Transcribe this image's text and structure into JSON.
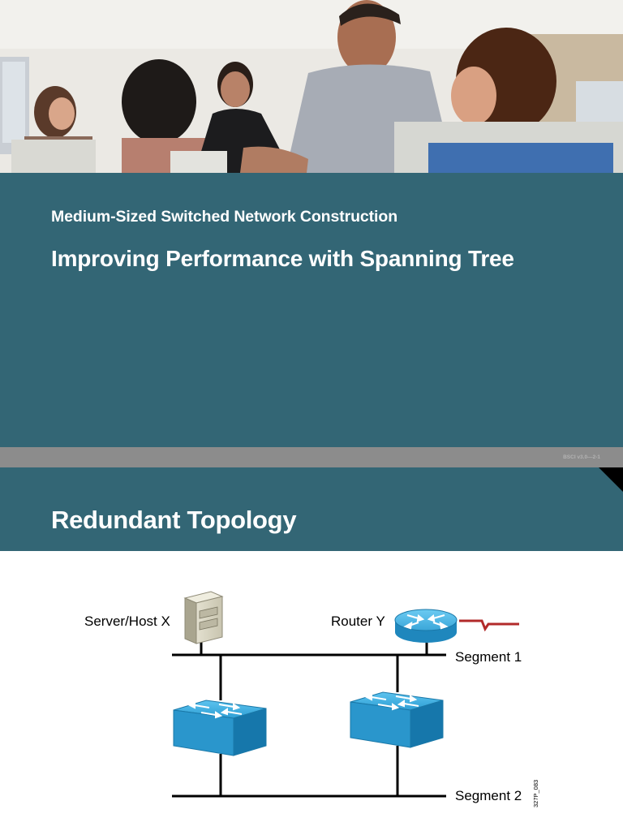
{
  "slide1": {
    "subtitle": "Medium-Sized Switched Network Construction",
    "title": "Improving Performance with Spanning Tree",
    "slide_code": "BSCI v3.0—2-1",
    "photo": "classroom-photo"
  },
  "slide2": {
    "title": "Redundant Topology",
    "diagram": {
      "labels": {
        "server": "Server/Host X",
        "router": "Router Y",
        "segment1": "Segment 1",
        "segment2": "Segment 2",
        "figure_id": "327P_083"
      },
      "icons": [
        "server-icon",
        "router-icon",
        "switch-icon",
        "switch-icon"
      ]
    }
  },
  "colors": {
    "header_teal": "#336675",
    "separator_gray": "#8c8c8c",
    "switch_blue": "#2f9fd4",
    "wan_link_red": "#b22a2a"
  }
}
